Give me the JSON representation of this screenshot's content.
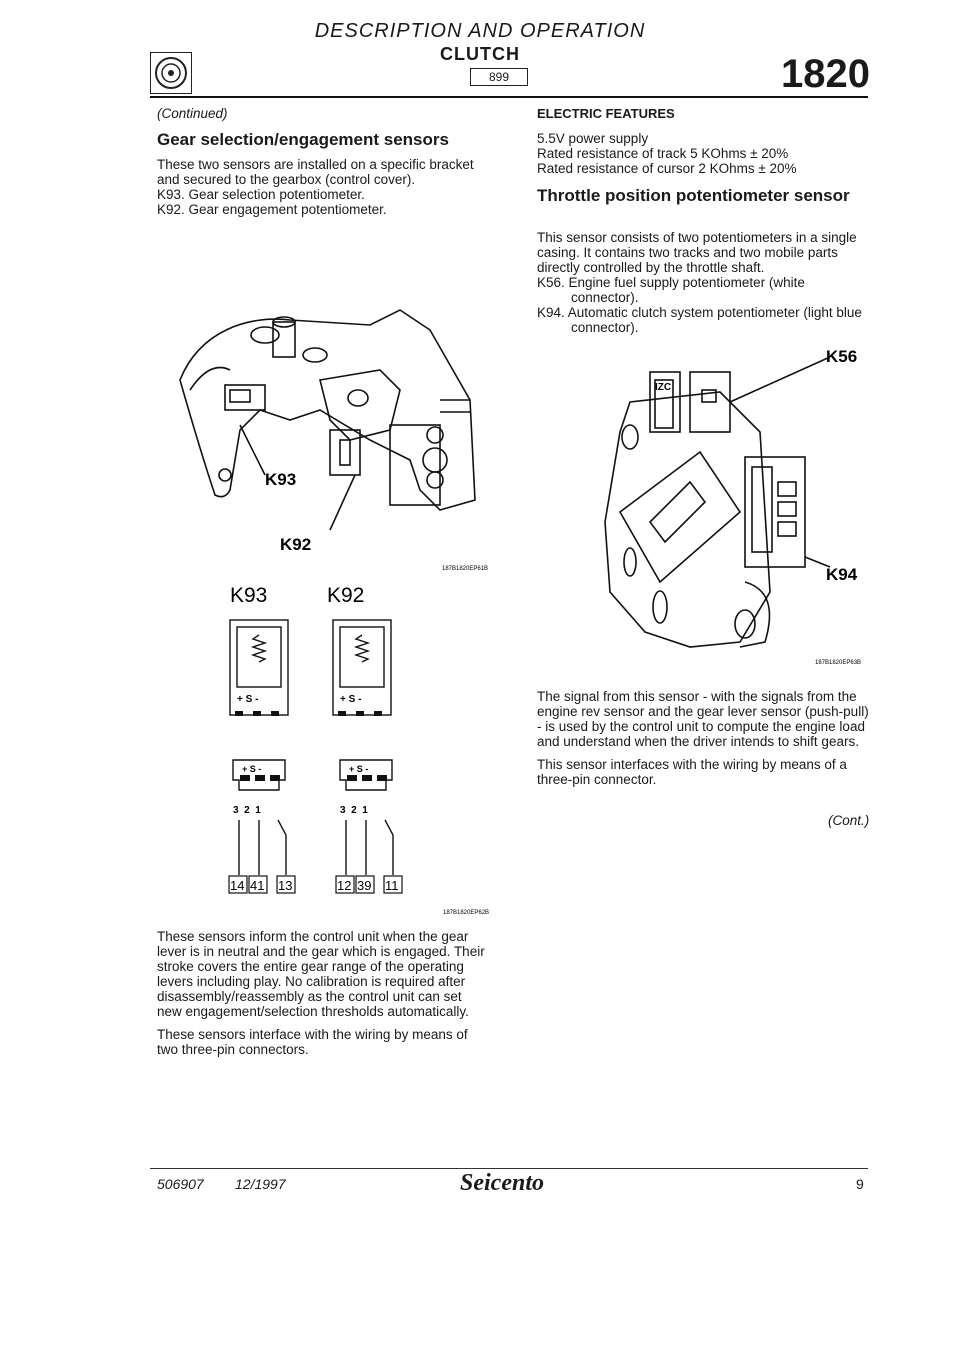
{
  "header": {
    "section_title": "DESCRIPTION AND OPERATION",
    "subsection": "CLUTCH",
    "code_box": "899",
    "page_code": "1820"
  },
  "left": {
    "continued": "(Continued)",
    "heading": "Gear selection/engagement sensors",
    "intro": "These two sensors are installed on a specific bracket and secured to the gearbox (control cover).",
    "items": [
      "K93. Gear selection potentiometer.",
      "K92. Gear engagement potentiometer."
    ],
    "fig1": {
      "label_k93": "K93",
      "label_k92": "K92",
      "code": "187B1820EP61B"
    },
    "fig2": {
      "title_k93": "K93",
      "title_k92": "K92",
      "pins_label": "+ S -",
      "pin_numbers": "3  2  1",
      "terminals_k93": [
        "14",
        "41",
        "13"
      ],
      "terminals_k92": [
        "12",
        "39",
        "11"
      ],
      "code": "187B1820EP62B"
    },
    "para1": "These sensors inform the control unit when the gear lever is in neutral and the gear which is engaged. Their stroke covers the entire gear range of the operating levers including play. No calibration is required after disassembly/reassembly as the control unit can set new engagement/selection thresholds automatically.",
    "para2": "These sensors interface with the wiring by means of two three-pin connectors."
  },
  "right": {
    "heading_small": "ELECTRIC FEATURES",
    "features": [
      "5.5V power supply",
      "Rated resistance of track 5 KOhms ± 20%",
      "Rated resistance of cursor 2 KOhms ± 20%"
    ],
    "heading": "Throttle position potentiometer sensor",
    "intro": "This sensor consists of two potentiometers in a single casing. It contains two tracks and two mobile parts directly controlled by the throttle shaft.",
    "items": [
      "K56. Engine fuel supply potentiometer (white connector).",
      "K94. Automatic clutch system potentiometer (light blue connector)."
    ],
    "fig": {
      "label_k56": "K56",
      "label_k94": "K94",
      "code": "187B1820EP63B"
    },
    "para1": "The signal from this sensor - with the signals from the engine rev sensor and the gear lever sensor (push-pull) - is used by the control unit to compute the engine load and understand when the driver intends to shift gears.",
    "para2": "This sensor interfaces with the wiring by means of a three-pin connector.",
    "cont": "(Cont.)"
  },
  "footer": {
    "doc_number": "506907",
    "date": "12/1997",
    "brand": "Seicento",
    "page_number": "9"
  }
}
